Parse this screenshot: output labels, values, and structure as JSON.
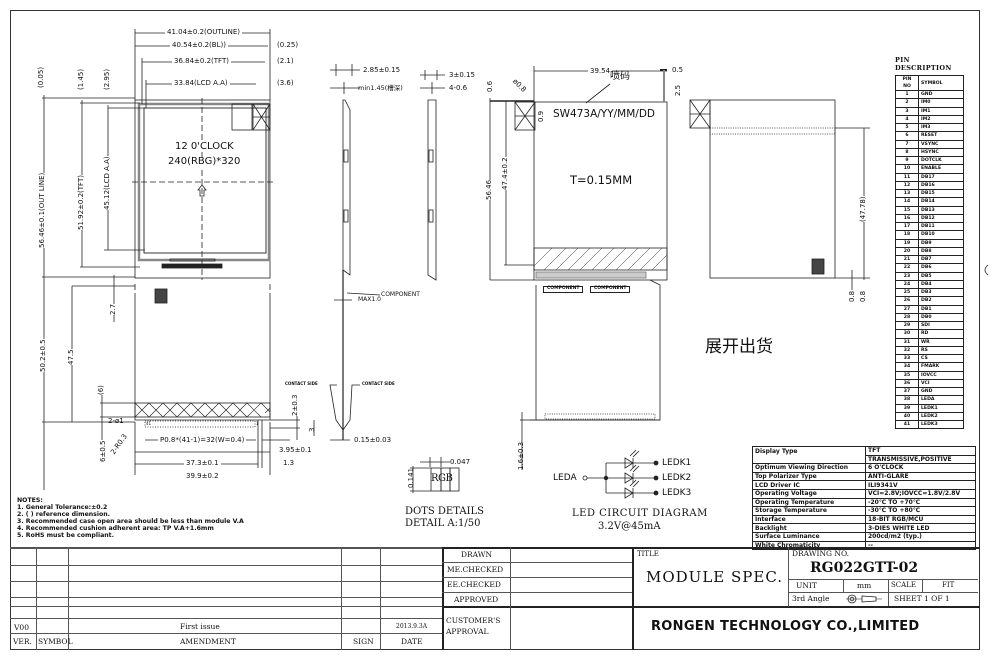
{
  "drawing": {
    "front_view": {
      "dims_top": [
        "41.04±0.2(OUTLINE)",
        "40.54±0.2(BL))",
        "36.84±0.2(TFT)",
        "33.84(LCD A.A)"
      ],
      "dims_right": [
        "(0.25)",
        "(2.1)",
        "(3.6)"
      ],
      "dims_left": [
        "(0.05)",
        "(1.45)",
        "(2.95)"
      ],
      "dims_vertical": [
        "56.46±0.1(OUT LINE)",
        "51.92±0.2(TFT)",
        "45.12(LCD A.A)"
      ],
      "orientation": "12 0'CLOCK",
      "resolution": "240(RBG)*320",
      "fpc_dims": [
        "2.7",
        "50.2±0.5",
        "47.5",
        "(6)",
        "2-ø1",
        "6±0.5",
        "2-R0.3"
      ],
      "pitch": "P0.8*(41-1)=32(W=0.4)",
      "pin_first": "41",
      "pin_last": "1",
      "bottom_dims": [
        "37.3±0.1",
        "39.9±0.2",
        "3.95±0.1",
        "1.3"
      ],
      "contact_dims": [
        "2±0.3",
        "3"
      ]
    },
    "side_view": {
      "dims": [
        "2.85±0.15",
        "min1.45(槽深)",
        "3±0.15",
        "4-0.6"
      ],
      "component_label": "COMPONENT",
      "max_label": "MAX1.0",
      "contact_left": "CONTACT SIDE",
      "contact_right": "CONTACT SIDE",
      "thickness": "0.15±0.03"
    },
    "back_view": {
      "dims": [
        "39.54",
        "0.5",
        "ø0.8",
        "0.6",
        "2.5",
        "0.9",
        "56.46",
        "47.4±0.2",
        "1.6±0.3"
      ],
      "spray_code_label": "喷码",
      "marking": "SW473A/YY/MM/DD",
      "thickness": "T=0.15MM",
      "component_labels": [
        "COMPONENT",
        "COMPONENT"
      ],
      "note_cn": "展开出货"
    },
    "rear_view": {
      "dims": [
        "(47.78)",
        "0.8",
        "0.8"
      ]
    },
    "dots_detail": {
      "pitch": "0.047",
      "height": "0.141",
      "rgb": "RGB",
      "title": "DOTS DETAILS",
      "scale": "DETAIL A:1/50"
    },
    "led_circuit": {
      "anode": "LEDA",
      "cathodes": [
        "LEDK1",
        "LEDK2",
        "LEDK3"
      ],
      "title": "LED CIRCUIT DIAGRAM",
      "rating": "3.2V@45mA"
    }
  },
  "pin_description": {
    "title": "PIN DESCRIPTION",
    "headers": [
      "PIN NO",
      "SYMBOL"
    ],
    "rows": [
      [
        "1",
        "GND"
      ],
      [
        "2",
        "IM0"
      ],
      [
        "3",
        "IM1"
      ],
      [
        "4",
        "IM2"
      ],
      [
        "5",
        "IM3"
      ],
      [
        "6",
        "RESET"
      ],
      [
        "7",
        "VSYNC"
      ],
      [
        "8",
        "HSYNC"
      ],
      [
        "9",
        "DOTCLK"
      ],
      [
        "10",
        "ENABLE"
      ],
      [
        "11",
        "DB17"
      ],
      [
        "12",
        "DB16"
      ],
      [
        "13",
        "DB15"
      ],
      [
        "14",
        "DB14"
      ],
      [
        "15",
        "DB13"
      ],
      [
        "16",
        "DB12"
      ],
      [
        "17",
        "DB11"
      ],
      [
        "18",
        "DB10"
      ],
      [
        "19",
        "DB9"
      ],
      [
        "20",
        "DB8"
      ],
      [
        "21",
        "DB7"
      ],
      [
        "22",
        "DB6"
      ],
      [
        "23",
        "DB5"
      ],
      [
        "24",
        "DB4"
      ],
      [
        "25",
        "DB3"
      ],
      [
        "26",
        "DB2"
      ],
      [
        "27",
        "DB1"
      ],
      [
        "28",
        "DB0"
      ],
      [
        "29",
        "SDI"
      ],
      [
        "30",
        "RD"
      ],
      [
        "31",
        "WR"
      ],
      [
        "32",
        "RS"
      ],
      [
        "33",
        "CS"
      ],
      [
        "34",
        "FMARK"
      ],
      [
        "35",
        "IOVCC"
      ],
      [
        "36",
        "VCI"
      ],
      [
        "37",
        "GND"
      ],
      [
        "38",
        "LEDA"
      ],
      [
        "39",
        "LEDK1"
      ],
      [
        "40",
        "LEDK2"
      ],
      [
        "41",
        "LEDK3"
      ]
    ]
  },
  "spec_table": [
    {
      "key": "Display Type",
      "value": "TFT"
    },
    {
      "key": "",
      "value": "TRANSMISSIVE,POSITIVE"
    },
    {
      "key": "Optimum Viewing Direction",
      "value": "6 O'CLOCK"
    },
    {
      "key": "Top Polarizer Type",
      "value": "ANTI-GLARE"
    },
    {
      "key": "LCD Driver IC",
      "value": "ILI9341V"
    },
    {
      "key": "Operating Voltage",
      "value": "VCI=2.8V;IOVCC=1.8V/2.8V"
    },
    {
      "key": "Operating Temperature",
      "value": "-20℃ TO +70℃"
    },
    {
      "key": "Storage Temperature",
      "value": "-30℃ TO +80℃"
    },
    {
      "key": "Interface",
      "value": "18-BIT RGB/MCU"
    },
    {
      "key": "Backlight",
      "value": "3-DIES WHITE LED"
    },
    {
      "key": "Surface Luminance",
      "value": "200cd/m2 (typ.)"
    },
    {
      "key": "White Chromaticity",
      "value": "--"
    }
  ],
  "notes": {
    "title": "NOTES:",
    "items": [
      "1. General Tolerance:±0.2",
      "2. ( ) reference dimension.",
      "3. Recommended case open area should be less than module V.A",
      "4. Recommended cushion adherent area: TP V.A+1.6mm",
      "5. RoHS must be compliant."
    ]
  },
  "revision_block": {
    "rows": [
      {
        "ver": "V00",
        "symbol": "",
        "amendment": "First issue",
        "sign": "",
        "date": "2013.9.3A"
      }
    ],
    "headers": {
      "ver": "VER.",
      "symbol": "SYMBOL",
      "amendment": "AMENDMENT",
      "sign": "SIGN",
      "date": "DATE"
    }
  },
  "approvals": {
    "drawn": "DRAWN",
    "me_checked": "ME.CHECKED",
    "ee_checked": "EE.CHECKED",
    "approved": "APPROVED",
    "customer_approval_1": "CUSTOMER'S",
    "customer_approval_2": "APPROVAL"
  },
  "title_block": {
    "title_label": "TITLE",
    "title": "MODULE  SPEC.",
    "drawing_no_label": "DRAWING  NO.",
    "drawing_no": "RG022GTT-02",
    "unit_label": "UNIT",
    "unit": "mm",
    "scale_label": "SCALE",
    "scale": "FIT",
    "projection": "3rd Angle",
    "sheet": "SHEET  1  OF  1",
    "company": "RONGEN  TECHNOLOGY  CO.,LIMITED"
  }
}
